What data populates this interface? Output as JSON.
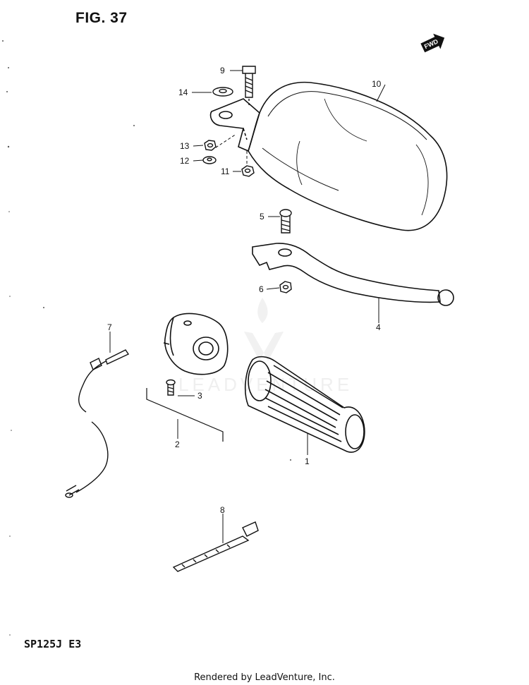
{
  "figure": {
    "title": "FIG. 37",
    "model_code": "SP125J E3"
  },
  "watermark": {
    "text": "LEADVENTURE"
  },
  "direction_badge": {
    "label": "FWD",
    "icon": "forward-arrow-icon"
  },
  "callouts": {
    "c1": "1",
    "c2": "2",
    "c3": "3",
    "c4": "4",
    "c5": "5",
    "c6": "6",
    "c7": "7",
    "c8": "8",
    "c9": "9",
    "c10": "10",
    "c11": "11",
    "c12": "12",
    "c13": "13",
    "c14": "14"
  },
  "parts": [
    {
      "ref": "1",
      "name": "grip"
    },
    {
      "ref": "2",
      "name": "switch-housing"
    },
    {
      "ref": "3",
      "name": "screw"
    },
    {
      "ref": "4",
      "name": "lever"
    },
    {
      "ref": "5",
      "name": "pivot-bolt"
    },
    {
      "ref": "6",
      "name": "nut"
    },
    {
      "ref": "7",
      "name": "switch-wire"
    },
    {
      "ref": "8",
      "name": "cable-tie"
    },
    {
      "ref": "9",
      "name": "mirror-bolt"
    },
    {
      "ref": "10",
      "name": "mirror"
    },
    {
      "ref": "11",
      "name": "nut"
    },
    {
      "ref": "12",
      "name": "washer"
    },
    {
      "ref": "13",
      "name": "nut"
    },
    {
      "ref": "14",
      "name": "washer"
    }
  ],
  "footer": {
    "credit": "Rendered by LeadVenture, Inc."
  }
}
